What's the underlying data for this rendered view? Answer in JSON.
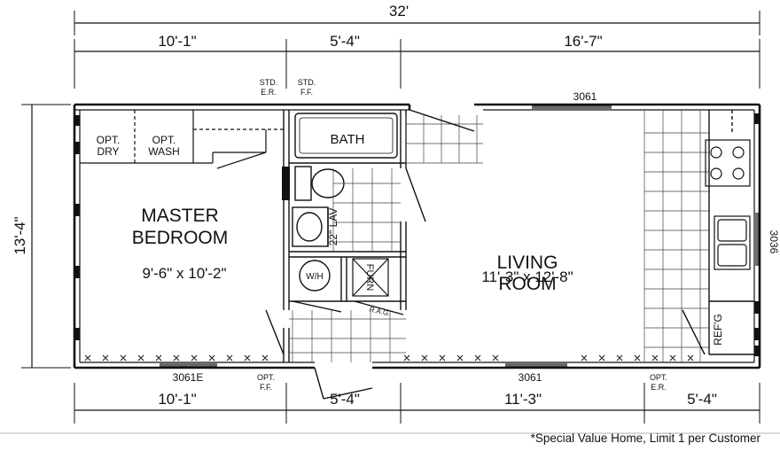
{
  "dimensions": {
    "overall_width": "32'",
    "overall_depth": "13'-4\"",
    "top": [
      "10'-1\"",
      "5'-4\"",
      "16'-7\""
    ],
    "bottom": [
      "10'-1\"",
      "5'-4\"",
      "11'-3\"",
      "5'-4\""
    ]
  },
  "rooms": {
    "master_bedroom": {
      "name_line1": "MASTER",
      "name_line2": "BEDROOM",
      "size": "9'-6\" x 10'-2\""
    },
    "living_room": {
      "name_line1": "LIVING",
      "name_line2": "ROOM",
      "size": "11'-3\" x 12'-8\""
    },
    "bath": "BATH"
  },
  "fixtures": {
    "opt_dry": [
      "OPT.",
      "DRY"
    ],
    "opt_wash": [
      "OPT.",
      "WASH"
    ],
    "lav": "22\" LAV",
    "water_heater": "W/H",
    "furnace": "FURN",
    "rag": "R.A.G.",
    "refrigerator": "REF'G"
  },
  "windows": {
    "top_living": "3061",
    "bottom_bedroom": "3061E",
    "bottom_living": "3061",
    "right_kitchen": "3036"
  },
  "notes": {
    "std_er": [
      "STD.",
      "E.R."
    ],
    "std_ff": [
      "STD.",
      "F.F."
    ],
    "opt_ff": [
      "OPT.",
      "F.F."
    ],
    "opt_er": [
      "OPT.",
      "E.R."
    ]
  },
  "footer": "*Special Value Home, Limit 1 per Customer"
}
